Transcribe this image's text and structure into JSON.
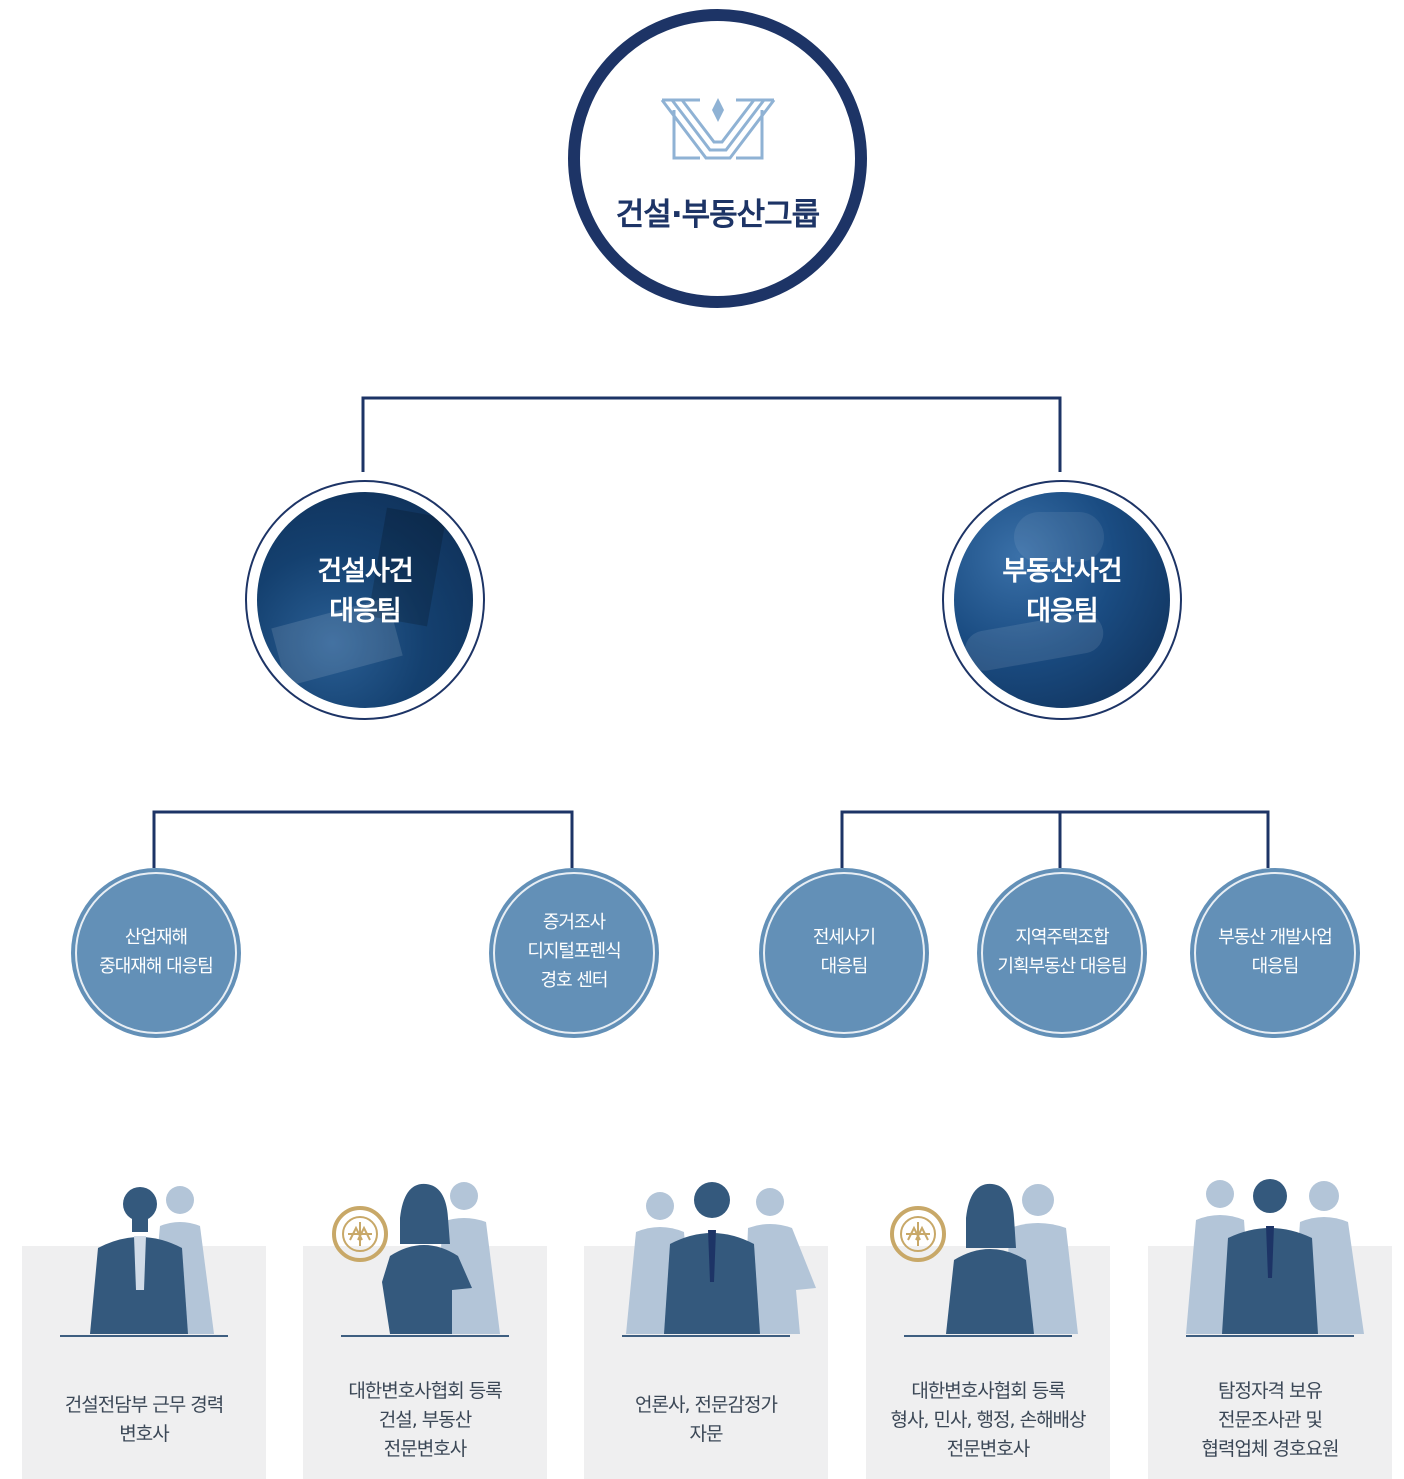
{
  "root": {
    "title": "건설·부동산그룹",
    "logo_icon": "law-firm-logo-icon"
  },
  "teams": [
    {
      "label_line1": "건설사건",
      "label_line2": "대응팀"
    },
    {
      "label_line1": "부동산사건",
      "label_line2": "대응팀"
    }
  ],
  "subteams": [
    {
      "lines": [
        "산업재해",
        "중대재해 대응팀"
      ]
    },
    {
      "lines": [
        "증거조사",
        "디지털포렌식",
        "경호 센터"
      ]
    },
    {
      "lines": [
        "전세사기",
        "대응팀"
      ]
    },
    {
      "lines": [
        "지역주택조합",
        "기획부동산 대응팀"
      ]
    },
    {
      "lines": [
        "부동산 개발사업",
        "대응팀"
      ]
    }
  ],
  "members": [
    {
      "lines": [
        "건설전담부 근무 경력",
        "변호사"
      ],
      "badge": false
    },
    {
      "lines": [
        "대한변호사협회 등록",
        "건설, 부동산",
        "전문변호사"
      ],
      "badge": true
    },
    {
      "lines": [
        "언론사, 전문감정가",
        "자문"
      ],
      "badge": false
    },
    {
      "lines": [
        "대한변호사협회 등록",
        "형사, 민사, 행정, 손해배상",
        "전문변호사"
      ],
      "badge": true
    },
    {
      "lines": [
        "탐정자격 보유",
        "전문조사관 및",
        "협력업체 경호요원"
      ],
      "badge": false
    }
  ],
  "colors": {
    "navy": "#1d3466",
    "leaf_blue": "#6390b7",
    "figure_dark": "#34597d",
    "figure_light": "#b3c5d8",
    "badge_gold": "#c8a868",
    "card_bg": "#efeff0"
  }
}
